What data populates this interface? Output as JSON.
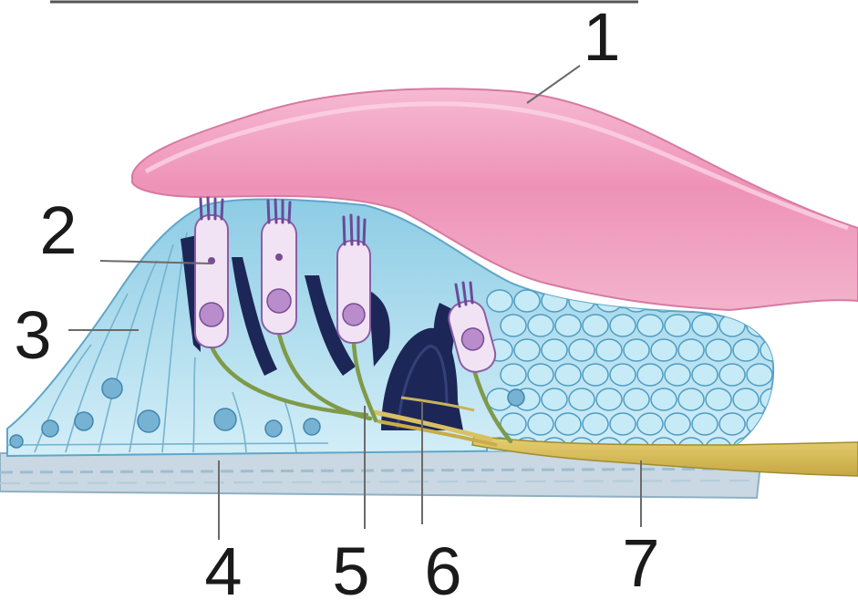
{
  "labels": [
    "1",
    "2",
    "3",
    "4",
    "5",
    "6",
    "7"
  ],
  "colors": {
    "tectorial_membrane": "#f2a3c3",
    "cell_mass": "#a9d9ea",
    "basilar_membrane": "#c9d8e2",
    "nerve_fibers": "#d7bd5b",
    "hair_cell": "#f1e3f4",
    "dark_space": "#1c2758"
  }
}
